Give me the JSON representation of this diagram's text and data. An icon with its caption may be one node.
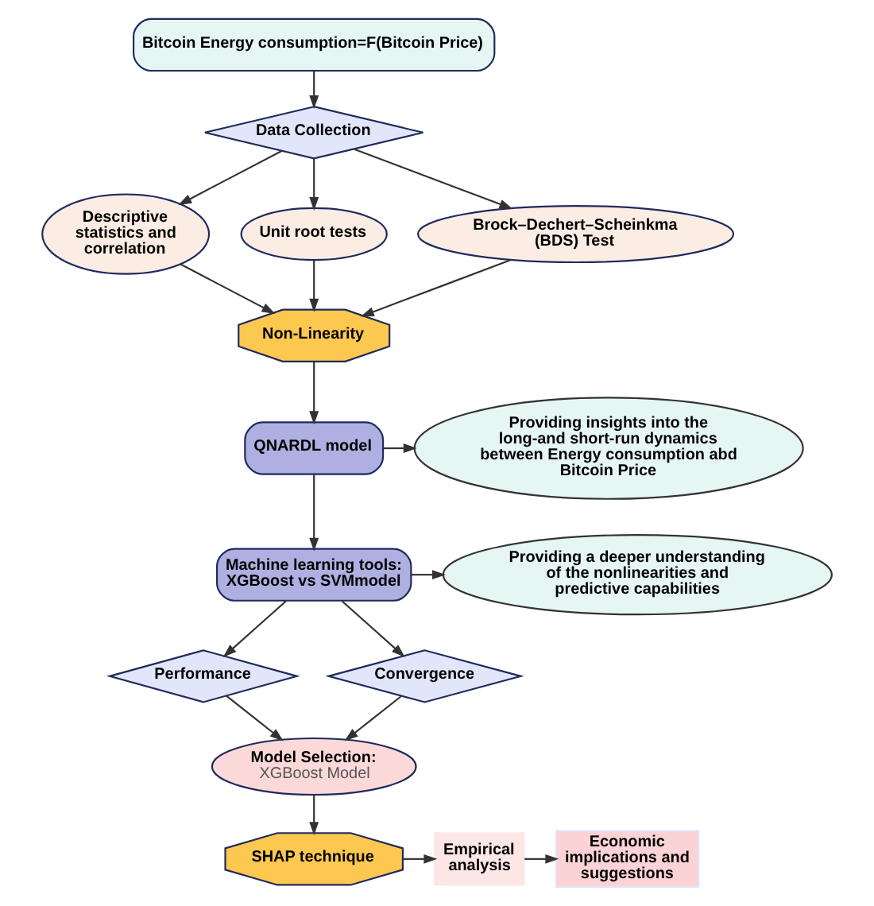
{
  "diagram": {
    "nodes": [
      {
        "text": [
          "Bitcoin Energy consumption=F(Bitcoin Price)"
        ]
      },
      {
        "text": [
          "Data Collection"
        ]
      },
      {
        "text": [
          "Descriptive statistics and correlation"
        ]
      },
      {
        "text": [
          "Unit root tests"
        ]
      },
      {
        "text": [
          "Brock–Dechert–Scheinkma (BDS) Test"
        ]
      },
      {
        "text": [
          "Non-Linearity"
        ]
      },
      {
        "text": [
          "QNARDL model"
        ]
      },
      {
        "text": [
          "Providing insights into the long-and short-run dynamics between Energy consumption abd Bitcoin Price"
        ]
      },
      {
        "text": [
          "Machine learning tools: XGBoost vs SVMmodel"
        ]
      },
      {
        "text": [
          "Providing a deeper understanding of the nonlinearities and predictive capabilities"
        ]
      },
      {
        "text": [
          "Performance"
        ]
      },
      {
        "text": [
          "Convergence"
        ]
      },
      {
        "text": [
          "Model Selection:",
          "XGBoost Model"
        ]
      },
      {
        "text": [
          "SHAP technique"
        ]
      },
      {
        "text": [
          "Empirical analysis"
        ]
      },
      {
        "text": [
          "Economic implications and suggestions"
        ]
      }
    ],
    "edges": [
      {
        "from": 0,
        "to": 1,
        "arrow": "to"
      },
      {
        "from": 1,
        "to": 2,
        "arrow": "to"
      },
      {
        "from": 1,
        "to": 3,
        "arrow": "to"
      },
      {
        "from": 1,
        "to": 4,
        "arrow": "to"
      },
      {
        "from": 2,
        "to": 5,
        "arrow": "to"
      },
      {
        "from": 3,
        "to": 5,
        "arrow": "to"
      },
      {
        "from": 4,
        "to": 5,
        "arrow": "to"
      },
      {
        "from": 5,
        "to": 6,
        "arrow": "to"
      },
      {
        "from": 6,
        "to": 7,
        "arrow": "to"
      },
      {
        "from": 6,
        "to": 8,
        "arrow": "to"
      },
      {
        "from": 8,
        "to": 9,
        "arrow": "to"
      },
      {
        "from": 8,
        "to": 10,
        "arrow": "to"
      },
      {
        "from": 8,
        "to": 11,
        "arrow": "to"
      },
      {
        "from": 10,
        "to": 12,
        "arrow": "to"
      },
      {
        "from": 11,
        "to": 12,
        "arrow": "to"
      },
      {
        "from": 12,
        "to": 13,
        "arrow": "to"
      },
      {
        "from": 13,
        "to": 14,
        "arrow": "to"
      },
      {
        "from": 14,
        "to": 15,
        "arrow": "to"
      }
    ]
  }
}
